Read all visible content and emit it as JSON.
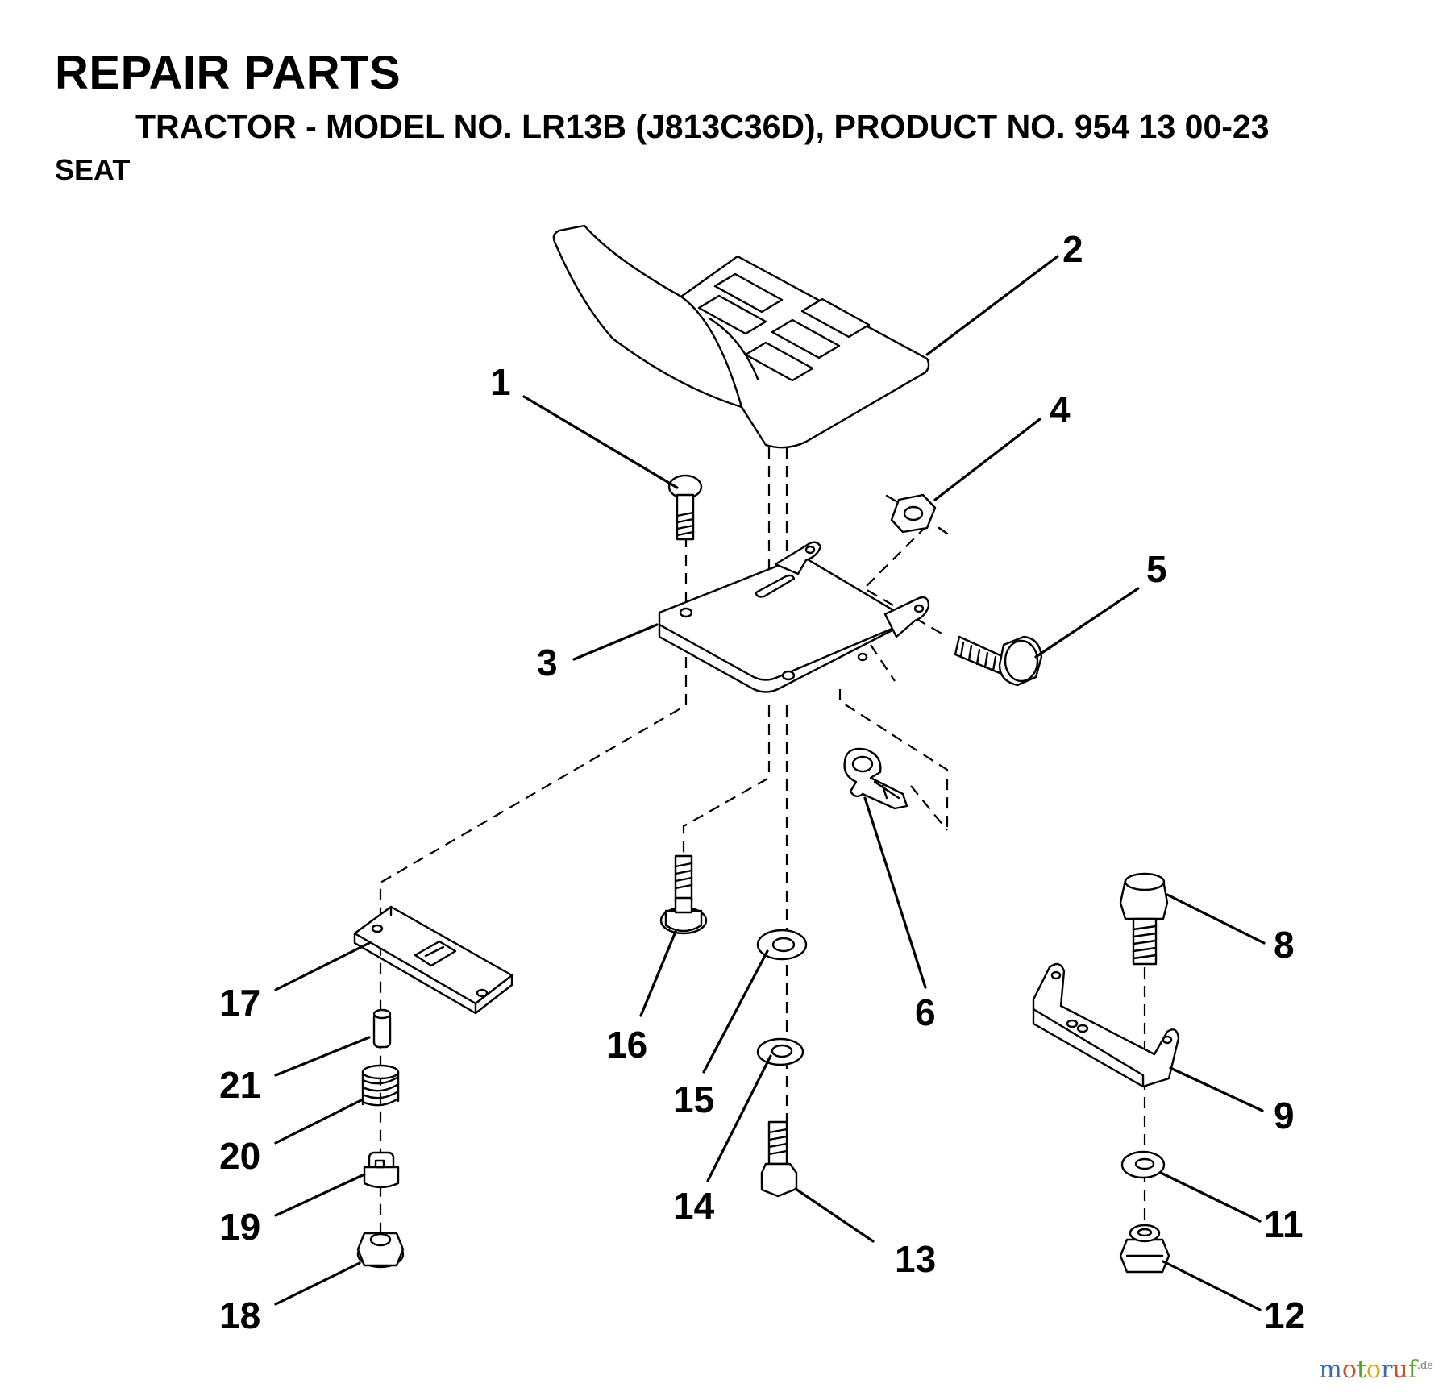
{
  "header": {
    "title": "REPAIR PARTS",
    "subtitle": "TRACTOR - MODEL NO. LR13B (J813C36D), PRODUCT NO. 954 13 00-23",
    "section": "SEAT"
  },
  "callouts": [
    "1",
    "2",
    "3",
    "4",
    "5",
    "6",
    "8",
    "9",
    "11",
    "12",
    "13",
    "14",
    "15",
    "16",
    "17",
    "18",
    "19",
    "20",
    "21"
  ],
  "watermark": {
    "p1": "m",
    "p2": "o",
    "p3": "t",
    "p4": "o",
    "p5": "r",
    "p6": "u",
    "p7": "f",
    "suffix": ".de"
  }
}
